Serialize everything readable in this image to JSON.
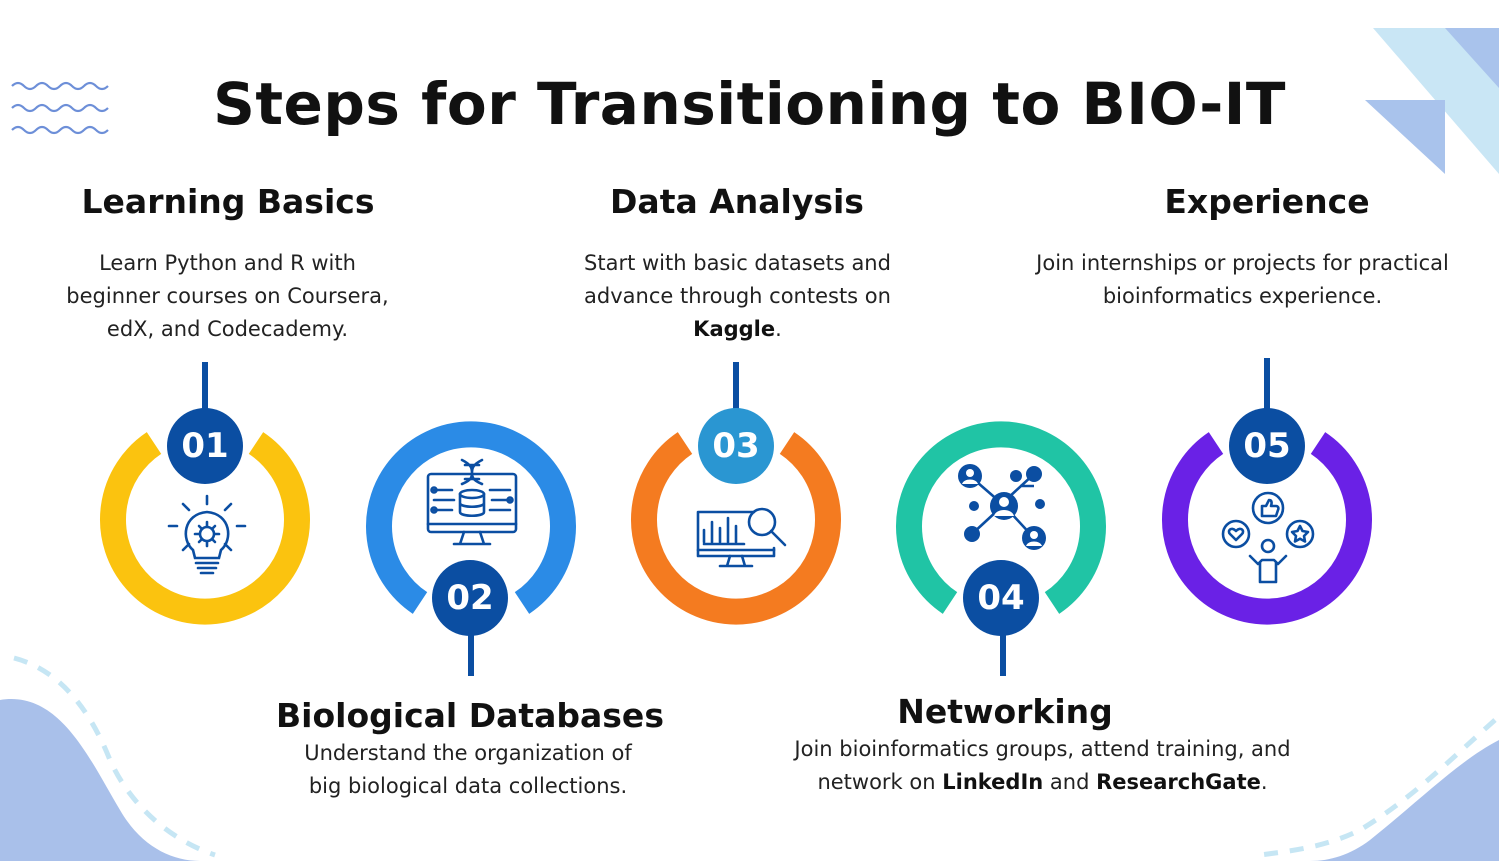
{
  "title": "Steps for Transitioning to BIO-IT",
  "steps": [
    {
      "number": "01",
      "heading": "Learning Basics",
      "description": "Learn Python and R with beginner courses on Coursera, edX, and Codecademy.",
      "icon": "lightbulb-gear-icon",
      "ring_color": "#fbc30f",
      "badge_color": "#0b4ea2"
    },
    {
      "number": "02",
      "heading": "Biological Databases",
      "description": "Understand the organization of big biological data collections.",
      "icon": "dna-database-monitor-icon",
      "ring_color": "#2b8be6",
      "badge_color": "#0b4ea2"
    },
    {
      "number": "03",
      "heading": "Data Analysis",
      "description_parts": [
        "Start with basic datasets and advance through contests on ",
        "Kaggle",
        "."
      ],
      "icon": "chart-magnifier-monitor-icon",
      "ring_color": "#f47b20",
      "badge_color": "#2a96d2"
    },
    {
      "number": "04",
      "heading": "Networking",
      "description_parts": [
        "Join bioinformatics groups, attend training, and network on ",
        "LinkedIn",
        " and ",
        "ResearchGate",
        "."
      ],
      "icon": "people-network-icon",
      "ring_color": "#20c4a5",
      "badge_color": "#0b4ea2"
    },
    {
      "number": "05",
      "heading": "Experience",
      "description": "Join internships or projects for practical bioinformatics experience.",
      "icon": "person-like-heart-star-icon",
      "ring_color": "#6a21e6",
      "badge_color": "#0b4ea2"
    }
  ]
}
